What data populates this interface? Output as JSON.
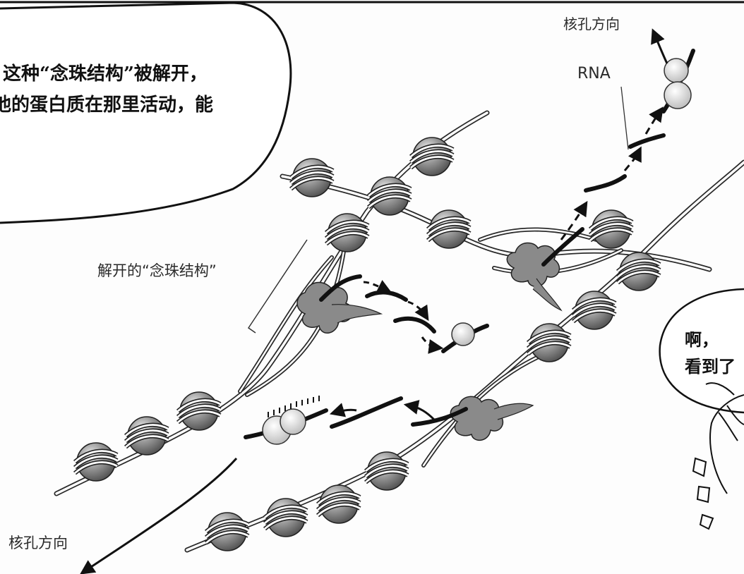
{
  "speech_bubble": {
    "line1": "这种“念珠结构”被解开，",
    "line2": "他的蛋白质在那里活动，能"
  },
  "labels": {
    "nuclear_pore_top": "核孔方向",
    "rna": "RNA",
    "unwound_beads": "解开的“念珠结构”",
    "nuclear_pore_bottom": "核孔方向"
  },
  "right_bubble": {
    "line1": "啊，",
    "line2": "看到了"
  },
  "colors": {
    "ink": "#111111",
    "line": "#2a2a2a",
    "bead_dark": "#6e6e6e",
    "bead_light": "#e8e8e8",
    "protein": "#8a8a8a"
  }
}
